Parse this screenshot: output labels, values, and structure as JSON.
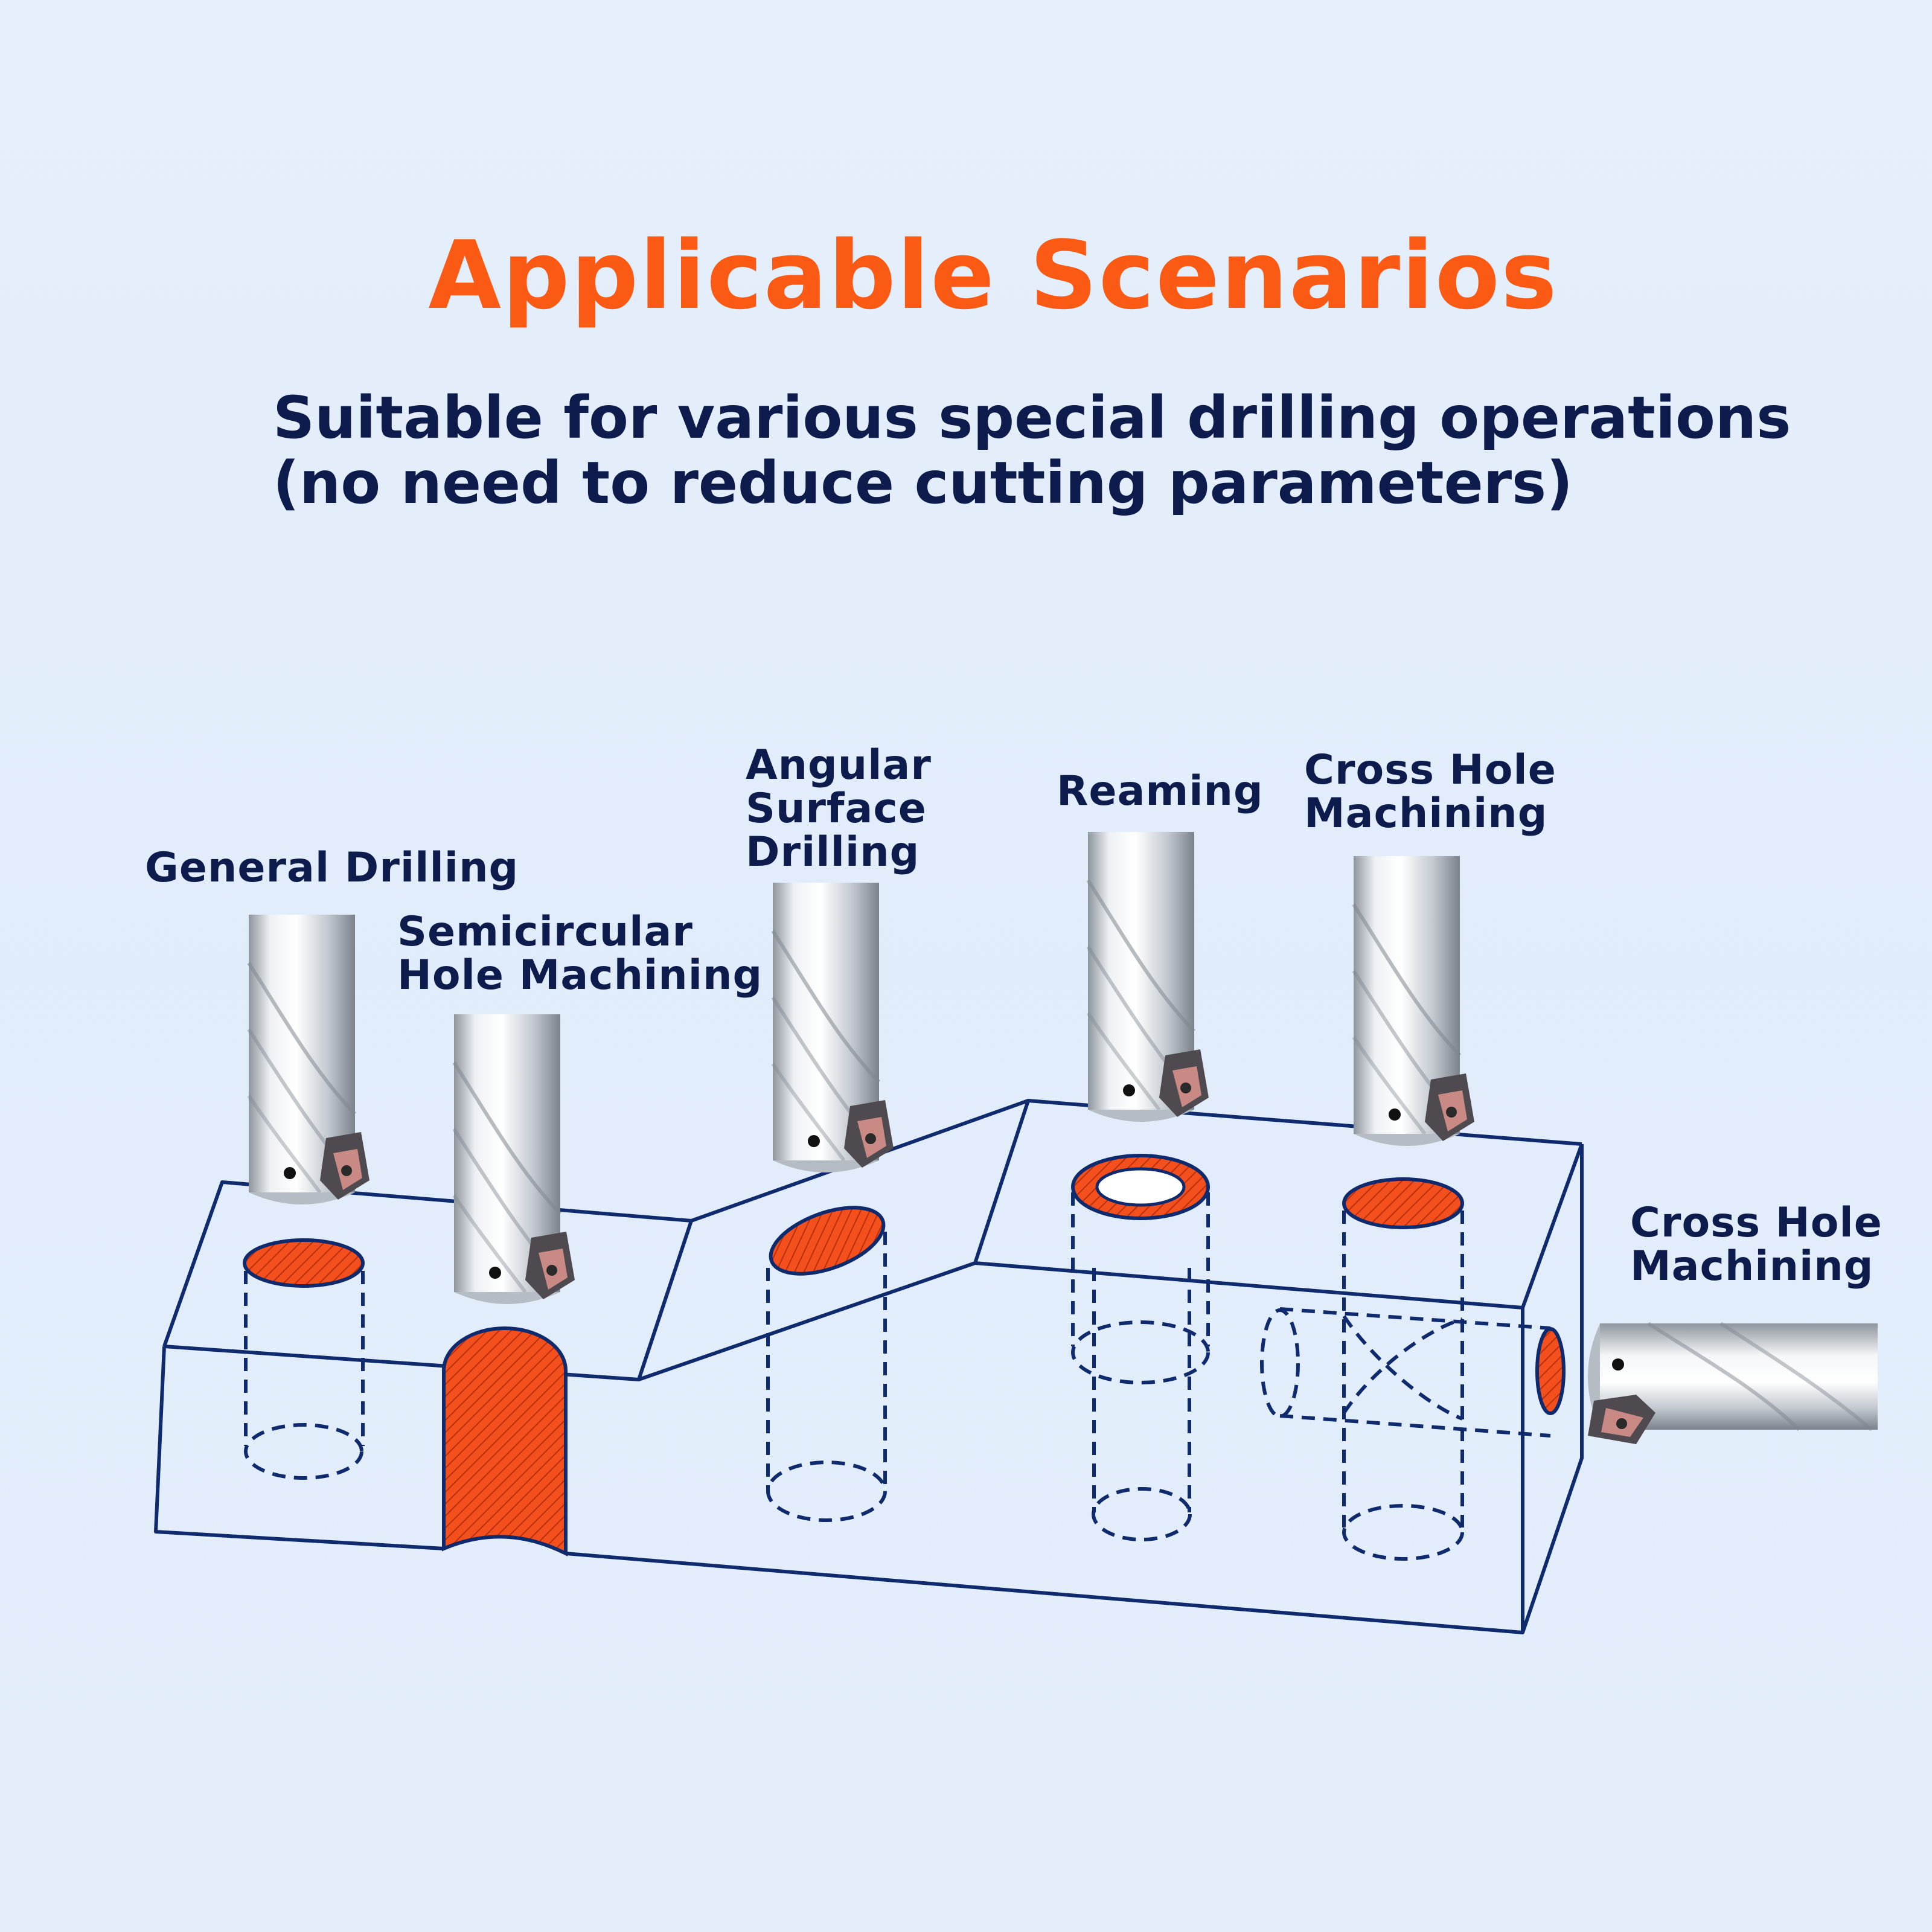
{
  "title": "Applicable Scenarios",
  "subtitle": {
    "line1": "Suitable for various special drilling operations",
    "line2": "(no need to reduce cutting parameters)"
  },
  "labels": {
    "general_drilling": [
      "General Drilling"
    ],
    "semicircular": [
      "Semicircular",
      "Hole Machining"
    ],
    "angular": [
      "Angular",
      "Surface",
      "Drilling"
    ],
    "reaming": [
      "Reaming"
    ],
    "cross_hole_top": [
      "Cross Hole",
      "Machining"
    ],
    "cross_hole_side": [
      "Cross Hole",
      "Machining"
    ]
  },
  "colors": {
    "accent_orange": "#fa5a14",
    "text_navy": "#0d1c4d",
    "outline_blue": "#102a6e",
    "hatch_fill": "#f4501e",
    "background": "#e3edfa"
  },
  "icons": [
    "drill-bit-icon",
    "carbide-insert-icon"
  ]
}
